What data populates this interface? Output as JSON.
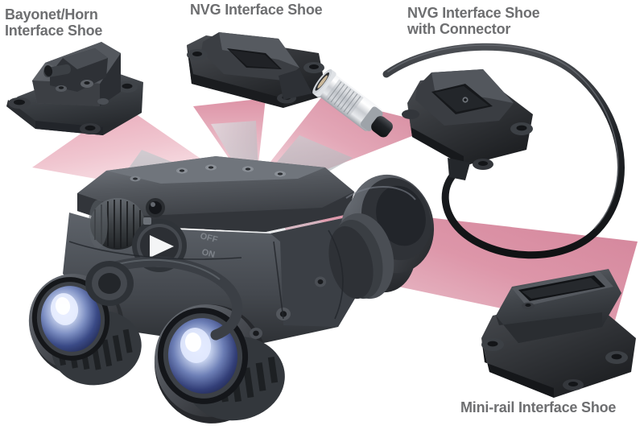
{
  "figure": {
    "type": "product-diagram",
    "subject": "Night vision binocular goggle with interchangeable helmet interface shoes",
    "background_color": "#ffffff"
  },
  "labels": {
    "bayonet": "Bayonet/Horn\nInterface Shoe",
    "nvg": "NVG Interface Shoe",
    "nvg_connector": "NVG Interface Shoe\nwith Connector",
    "mini_rail": "Mini-rail Interface Shoe"
  },
  "device": {
    "control_markings": {
      "off": "OFF",
      "on": "ON"
    },
    "indicator": "white-triangle"
  },
  "colors": {
    "label_text": "#6d6e70",
    "beam_pink": "#d98ca0",
    "beam_pink_light": "#f2d3da",
    "beam_gray": "#b9bcc0",
    "body_dark": "#3a3d42",
    "body_mid": "#55595f",
    "body_light": "#6e7278",
    "lens_blue": "#2b3f7a",
    "lens_highlight": "#eef2ff",
    "connector_silver": "#d8dade",
    "cable_black": "#1d1f22"
  }
}
